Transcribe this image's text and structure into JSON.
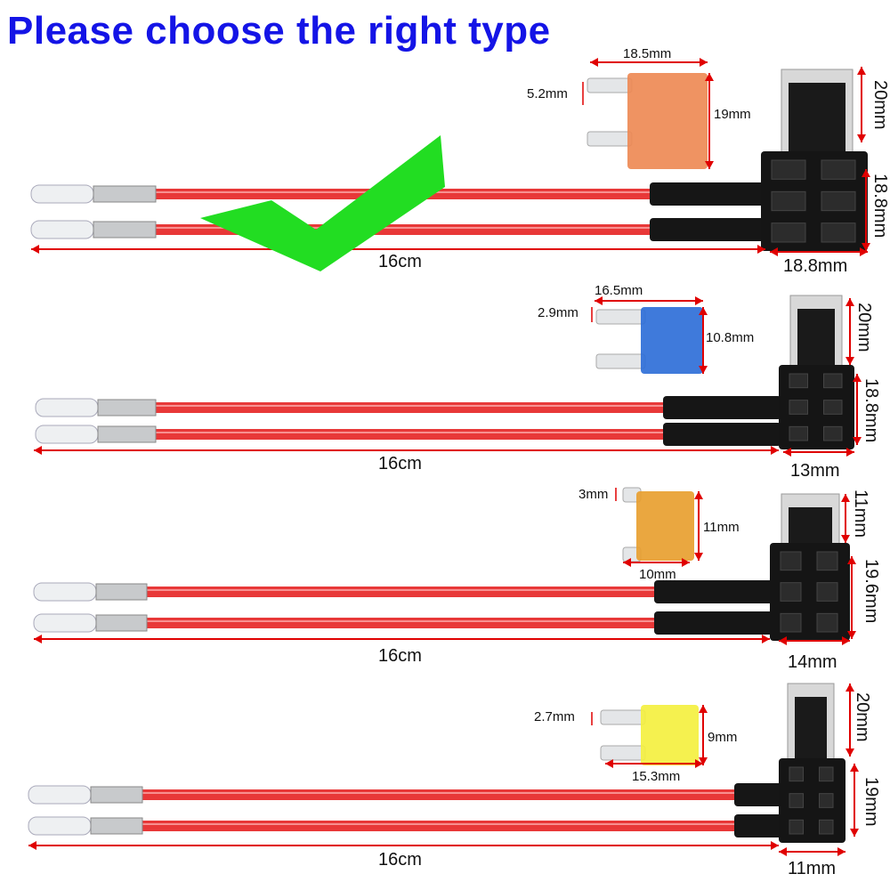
{
  "title": "Please choose the right type",
  "colors": {
    "title": "#1414e6",
    "wire": "#e83838",
    "dimension": "#e00000",
    "check": "#22dd22"
  },
  "rows": [
    {
      "name": "standard-atc",
      "fuse_color": "#ee8a55",
      "fuse_width": "18.5mm",
      "blade": "5.2mm",
      "fuse_height": "19mm",
      "holder_top": "20mm",
      "holder_side": "18.8mm",
      "holder_width": "18.8mm",
      "length": "16cm",
      "recommended": true
    },
    {
      "name": "mini-atm",
      "fuse_color": "#2f6fd8",
      "fuse_width": "16.5mm",
      "blade": "2.9mm",
      "fuse_height": "10.8mm",
      "holder_top": "20mm",
      "holder_side": "18.8mm",
      "holder_width": "13mm",
      "length": "16cm"
    },
    {
      "name": "low-profile-mini",
      "fuse_color": "#e8a030",
      "fuse_width": "10mm",
      "blade": "3mm",
      "fuse_height": "11mm",
      "holder_top": "11mm",
      "holder_side": "19.6mm",
      "holder_width": "14mm",
      "length": "16cm"
    },
    {
      "name": "micro2",
      "fuse_color": "#f4f040",
      "fuse_width": "15.3mm",
      "blade": "2.7mm",
      "fuse_height": "9mm",
      "holder_top": "20mm",
      "holder_side": "19mm",
      "holder_width": "11mm",
      "length": "16cm"
    }
  ]
}
